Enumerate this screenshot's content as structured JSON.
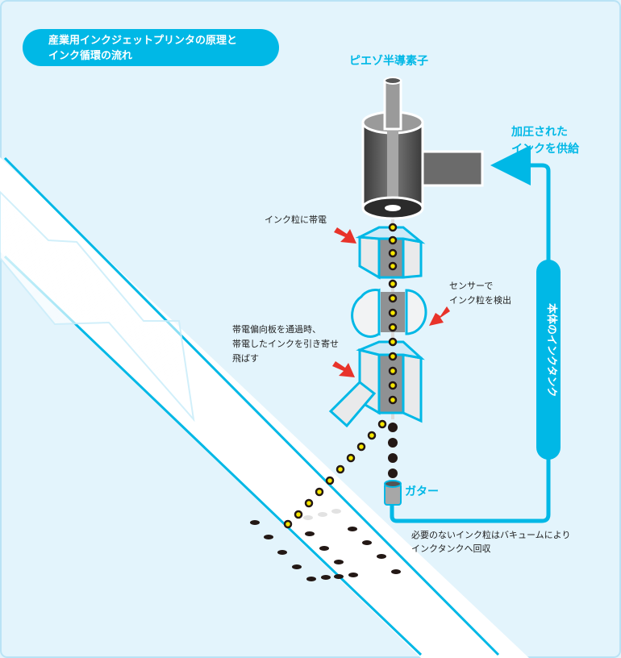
{
  "title": {
    "line1": "産業用インクジェットプリンタの原理と",
    "line2": "インク循環の流れ"
  },
  "labels": {
    "piezo": "ピエゾ半導素子",
    "pressurized_line1": "加圧された",
    "pressurized_line2": "インクを供給",
    "charge": "インク粒に帯電",
    "sensor_line1": "センサーで",
    "sensor_line2": "インク粒を検出",
    "deflect_line1": "帯電偏向板を通過時、",
    "deflect_line2": "帯電したインクを引き寄せ",
    "deflect_line3": "飛ばす",
    "tank": "本体のインクタンク",
    "gutter": "ガター",
    "recover_line1": "必要のないインク粒はバキュームにより",
    "recover_line2": "インクタンクへ回収"
  },
  "colors": {
    "background": "#e3f4fc",
    "accent": "#00b8e6",
    "arrow_red": "#e8332a",
    "plate_face": "#e9eaeb",
    "plate_inner": "#8f9193",
    "droplet_yellow": "#f6e600",
    "droplet_dark": "#231815"
  },
  "icons": {
    "piezo": "piezo-element-icon",
    "plate": "charge-plate-icon",
    "sensor": "sensor-icon",
    "deflector": "deflector-icon",
    "gutter": "gutter-icon",
    "arrow": "red-arrow-icon"
  }
}
